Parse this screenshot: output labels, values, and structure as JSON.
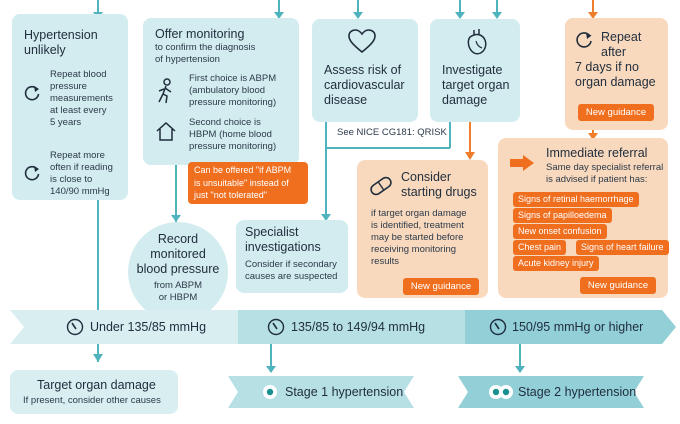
{
  "colors": {
    "teal_box": "#d3ecef",
    "teal_line": "#4fb3bd",
    "orange_box": "#f9d9bd",
    "orange_line": "#ef7d2c",
    "orange_badge": "#ef6f1f",
    "band_light": "#d8eef1",
    "band_mid": "#b7e0e5",
    "band_dark": "#92cfd6"
  },
  "unlikely": {
    "title_line1": "Hypertension",
    "title_line2": "unlikely",
    "item1": [
      "Repeat blood",
      "pressure",
      "measurements",
      "at least every",
      "5 years"
    ],
    "item2": [
      "Repeat more",
      "often if reading",
      "is close to",
      "140/90 mmHg"
    ]
  },
  "offer": {
    "title": "Offer monitoring",
    "subtitle": [
      "to confirm the diagnosis",
      "of hypertension"
    ],
    "first": [
      "First choice is ABPM",
      "(ambulatory blood",
      "pressure monitoring)"
    ],
    "second": [
      "Second choice is",
      "HBPM (home blood",
      "pressure monitoring)"
    ],
    "note": [
      "Can be offered \"if ABPM",
      "is unsuitable\" instead of",
      "just \"not tolerated\""
    ]
  },
  "assess": {
    "title": [
      "Assess risk of",
      "cardiovascular",
      "disease"
    ],
    "link": "See NICE CG181: QRISK"
  },
  "investigate": {
    "title": [
      "Investigate",
      "target organ",
      "damage"
    ]
  },
  "repeat": {
    "title": [
      "Repeat",
      "after",
      "7 days if no",
      "organ damage"
    ],
    "badge": "New guidance"
  },
  "drugs": {
    "title": [
      "Consider",
      "starting drugs"
    ],
    "body": [
      "if target organ damage",
      "is identified, treatment",
      "may be started before",
      "receiving monitoring",
      "results"
    ],
    "badge": "New guidance"
  },
  "referral": {
    "title": "Immediate referral",
    "body": [
      "Same day specialist referral",
      "is advised if patient has:"
    ],
    "signs": [
      "Signs of retinal haemorrhage",
      "Signs of papilloedema",
      "New onset confusion",
      "Chest pain",
      "Signs of heart failure",
      "Acute kidney injury"
    ],
    "badge": "New guidance"
  },
  "record": {
    "title": [
      "Record",
      "monitored",
      "blood pressure"
    ],
    "sub": [
      "from ABPM",
      "or HBPM"
    ]
  },
  "specialist": {
    "title": [
      "Specialist",
      "investigations"
    ],
    "body": [
      "Consider if secondary",
      "causes are suspected"
    ]
  },
  "bands": [
    {
      "label": "Under 135/85 mmHg"
    },
    {
      "label": "135/85 to 149/94 mmHg"
    },
    {
      "label": "150/95 mmHg  or higher"
    }
  ],
  "outcomes": {
    "target": {
      "title": "Target organ damage",
      "sub": "If present, consider other causes"
    },
    "stage1": "Stage 1 hypertension",
    "stage2": "Stage 2 hypertension"
  }
}
